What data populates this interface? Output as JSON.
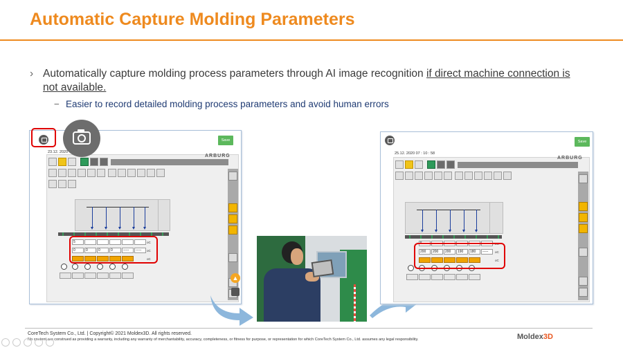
{
  "slide": {
    "title": "Automatic Capture Molding Parameters",
    "bullet_arrow": "›",
    "bullet_text": "Automatically capture molding process parameters through AI image recognition ",
    "bullet_underlined": "if direct machine connection is not available.",
    "sub_dash": "−",
    "sub_text": "Easier to record detailed molding process parameters and avoid human errors"
  },
  "left_screen": {
    "save_label": "Save",
    "timestamp": "23.12. 2020",
    "brand": "ARBURG",
    "row1_values": [
      "5",
      "",
      "",
      "",
      "",
      ""
    ],
    "row2_values": [
      "0",
      "0",
      "0",
      "0",
      "-----",
      "-----"
    ],
    "unit": "oC"
  },
  "right_screen": {
    "save_label": "Save",
    "timestamp": "25.12. 2020  07 : 10 : 58",
    "brand": "ARBURG",
    "row1_values": [
      "5",
      "",
      "",
      "",
      "",
      ""
    ],
    "row2_values": [
      "200",
      "200",
      "200",
      "190",
      "180",
      "-----"
    ],
    "unit": "oC"
  },
  "icons": {
    "small_camera": "camera-icon",
    "big_camera": "camera-icon",
    "orange_circle": "alert-icon",
    "orange_circle_glyph": "▲"
  },
  "footer": {
    "copyright": "CoreTech System Co., Ltd. | Copyright© 2021 Moldex3D. All rights reserved.",
    "disclaimer": "No content are construed as providing a warranty, including any warranty of merchantability, accuracy, completeness, or fitness for purpose, or representation for which CoreTech System Co., Ltd. assumes any legal responsibility.",
    "logo_main": "Moldex",
    "logo_accent": "3D"
  },
  "colors": {
    "accent": "#ee8a1f",
    "highlight": "#e00000",
    "sub_text": "#1f3b73"
  }
}
